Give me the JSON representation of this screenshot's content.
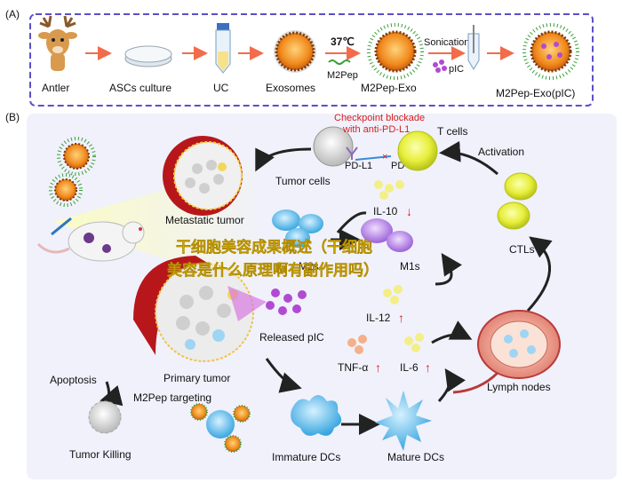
{
  "panel_a": {
    "tag": "(A)",
    "steps": [
      "Antler",
      "ASCs culture",
      "UC",
      "Exosomes",
      "M2Pep-Exo",
      "M2Pep-Exo(pIC)"
    ],
    "temperature": "37℃",
    "m2pep": "M2Pep",
    "sonication": "Sonication",
    "pic": "pIC"
  },
  "panel_b": {
    "tag": "(B)",
    "checkpoint_line1": "Checkpoint blockade",
    "checkpoint_line2": "with anti-PD-L1",
    "t_cells": "T cells",
    "pd_l1": "PD-L1",
    "pd_1": "PD-1",
    "tumor_cells": "Tumor cells",
    "metastatic_tumor": "Metastatic tumor",
    "activation": "Activation",
    "ctls": "CTLs",
    "il10": "IL-10",
    "m2_label": "M2s",
    "m1_label": "M1s",
    "il12": "IL-12",
    "released_pic": "Released pIC",
    "tnf": "TNF-α",
    "il6": "IL-6",
    "primary_tumor": "Primary tumor",
    "m2pep_targeting": "M2Pep targeting",
    "apoptosis": "Apoptosis",
    "tumor_killing": "Tumor Killing",
    "lymph_nodes": "Lymph nodes",
    "immature_dcs": "Immature DCs",
    "mature_dcs": "Mature DCs"
  },
  "overlay": {
    "line1": "干细胞美容成果概述（干细胞",
    "line2": "美容是什么原理啊有副作用吗）"
  },
  "colors": {
    "border": "#5a4fc9",
    "arrow_red": "#f26b4a",
    "up_arrow": "#e02020",
    "down_arrow": "#e02020",
    "overlay_text": "#ffe000"
  }
}
